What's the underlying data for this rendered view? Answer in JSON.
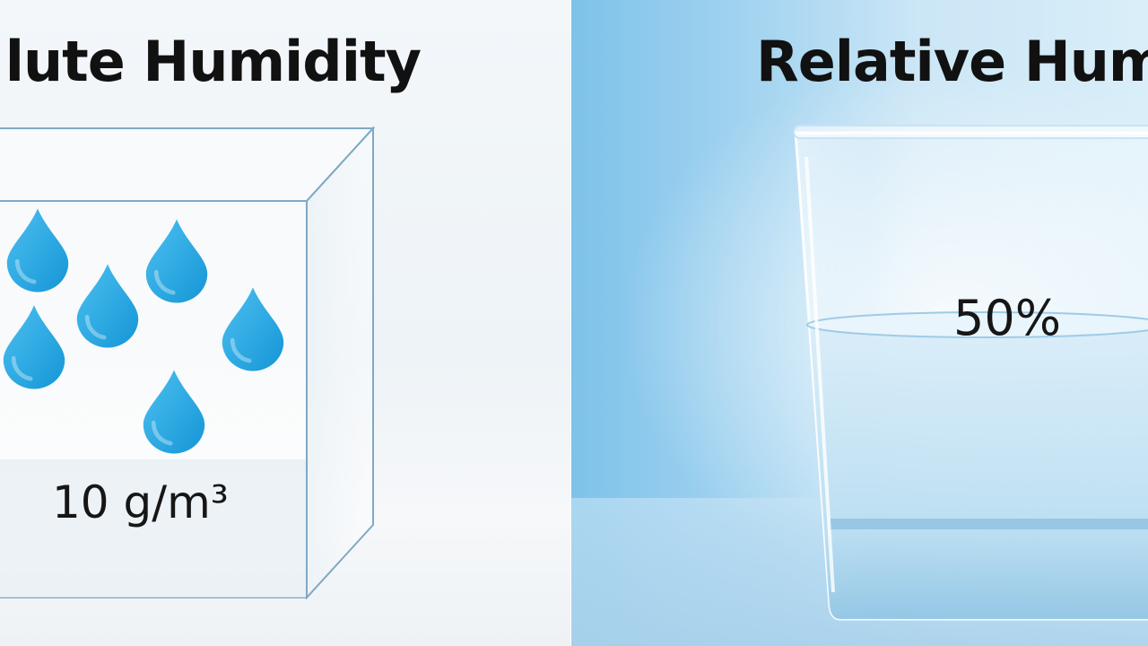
{
  "absolute_panel": {
    "title": "lute Humidity",
    "measurement": "10 g/m³",
    "drop_icon": "water-drop",
    "drop_color": "#2aa8e2"
  },
  "relative_panel": {
    "title": "Relative Hum",
    "measurement": "50%",
    "fill_level": 0.5,
    "glass_icon": "drinking-glass"
  }
}
